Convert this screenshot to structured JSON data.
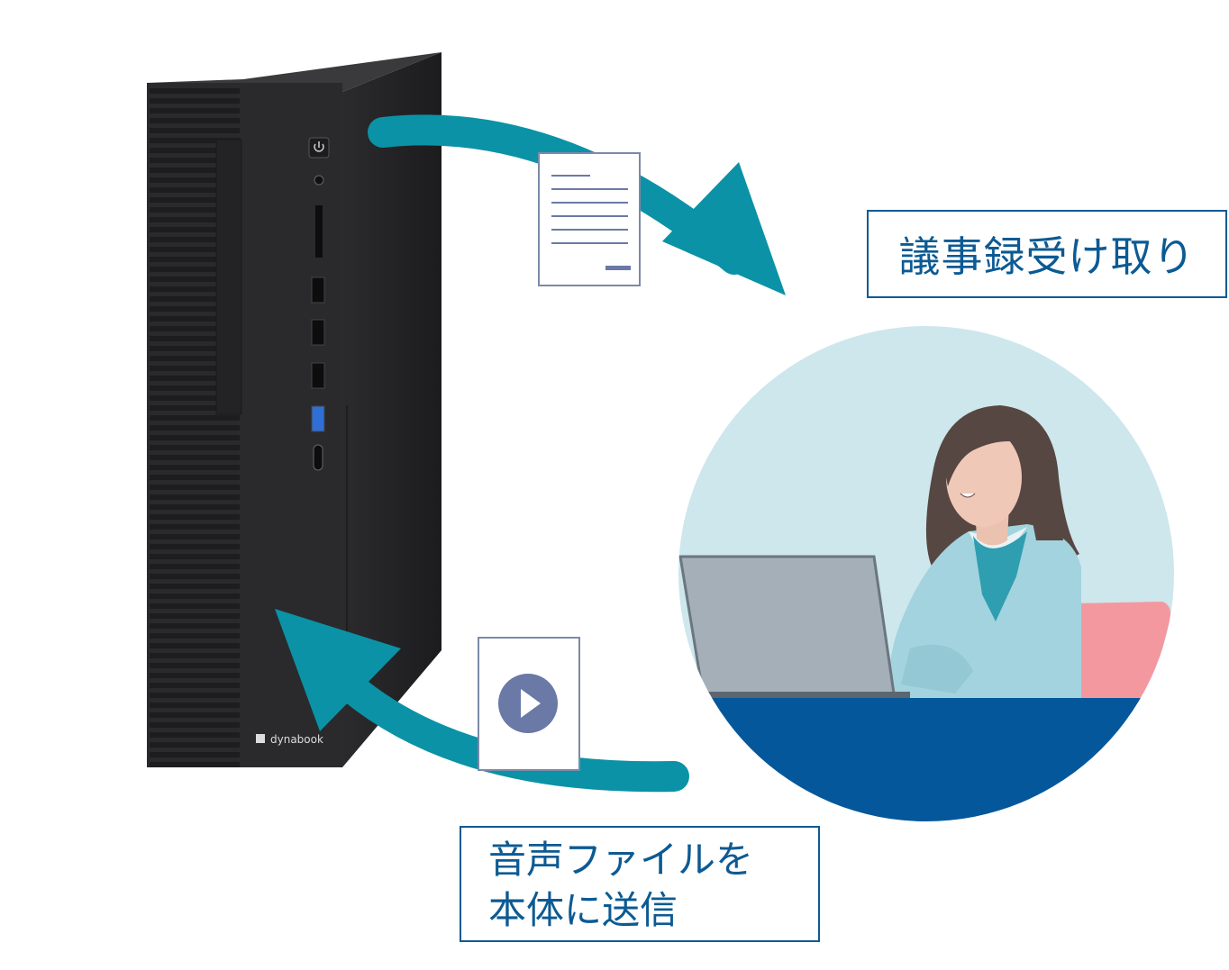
{
  "labels": {
    "minutes_received": "議事録受け取り",
    "audio_send_line1": "音声ファイルを",
    "audio_send_line2": "本体に送信"
  },
  "device": {
    "brand": "dynabook"
  },
  "icons": {
    "document": "document-icon",
    "audio_file": "audio-file-icon",
    "play": "play-icon",
    "power": "power-icon"
  },
  "colors": {
    "arrow": "#0b92a6",
    "label_text": "#0c5a93",
    "circle_bg": "#cde7ec",
    "desk": "#04579a",
    "chassis": "#2a2a2c",
    "shirt": "#a2d3de",
    "chair": "#f498a0",
    "play": "#6a79a6"
  }
}
